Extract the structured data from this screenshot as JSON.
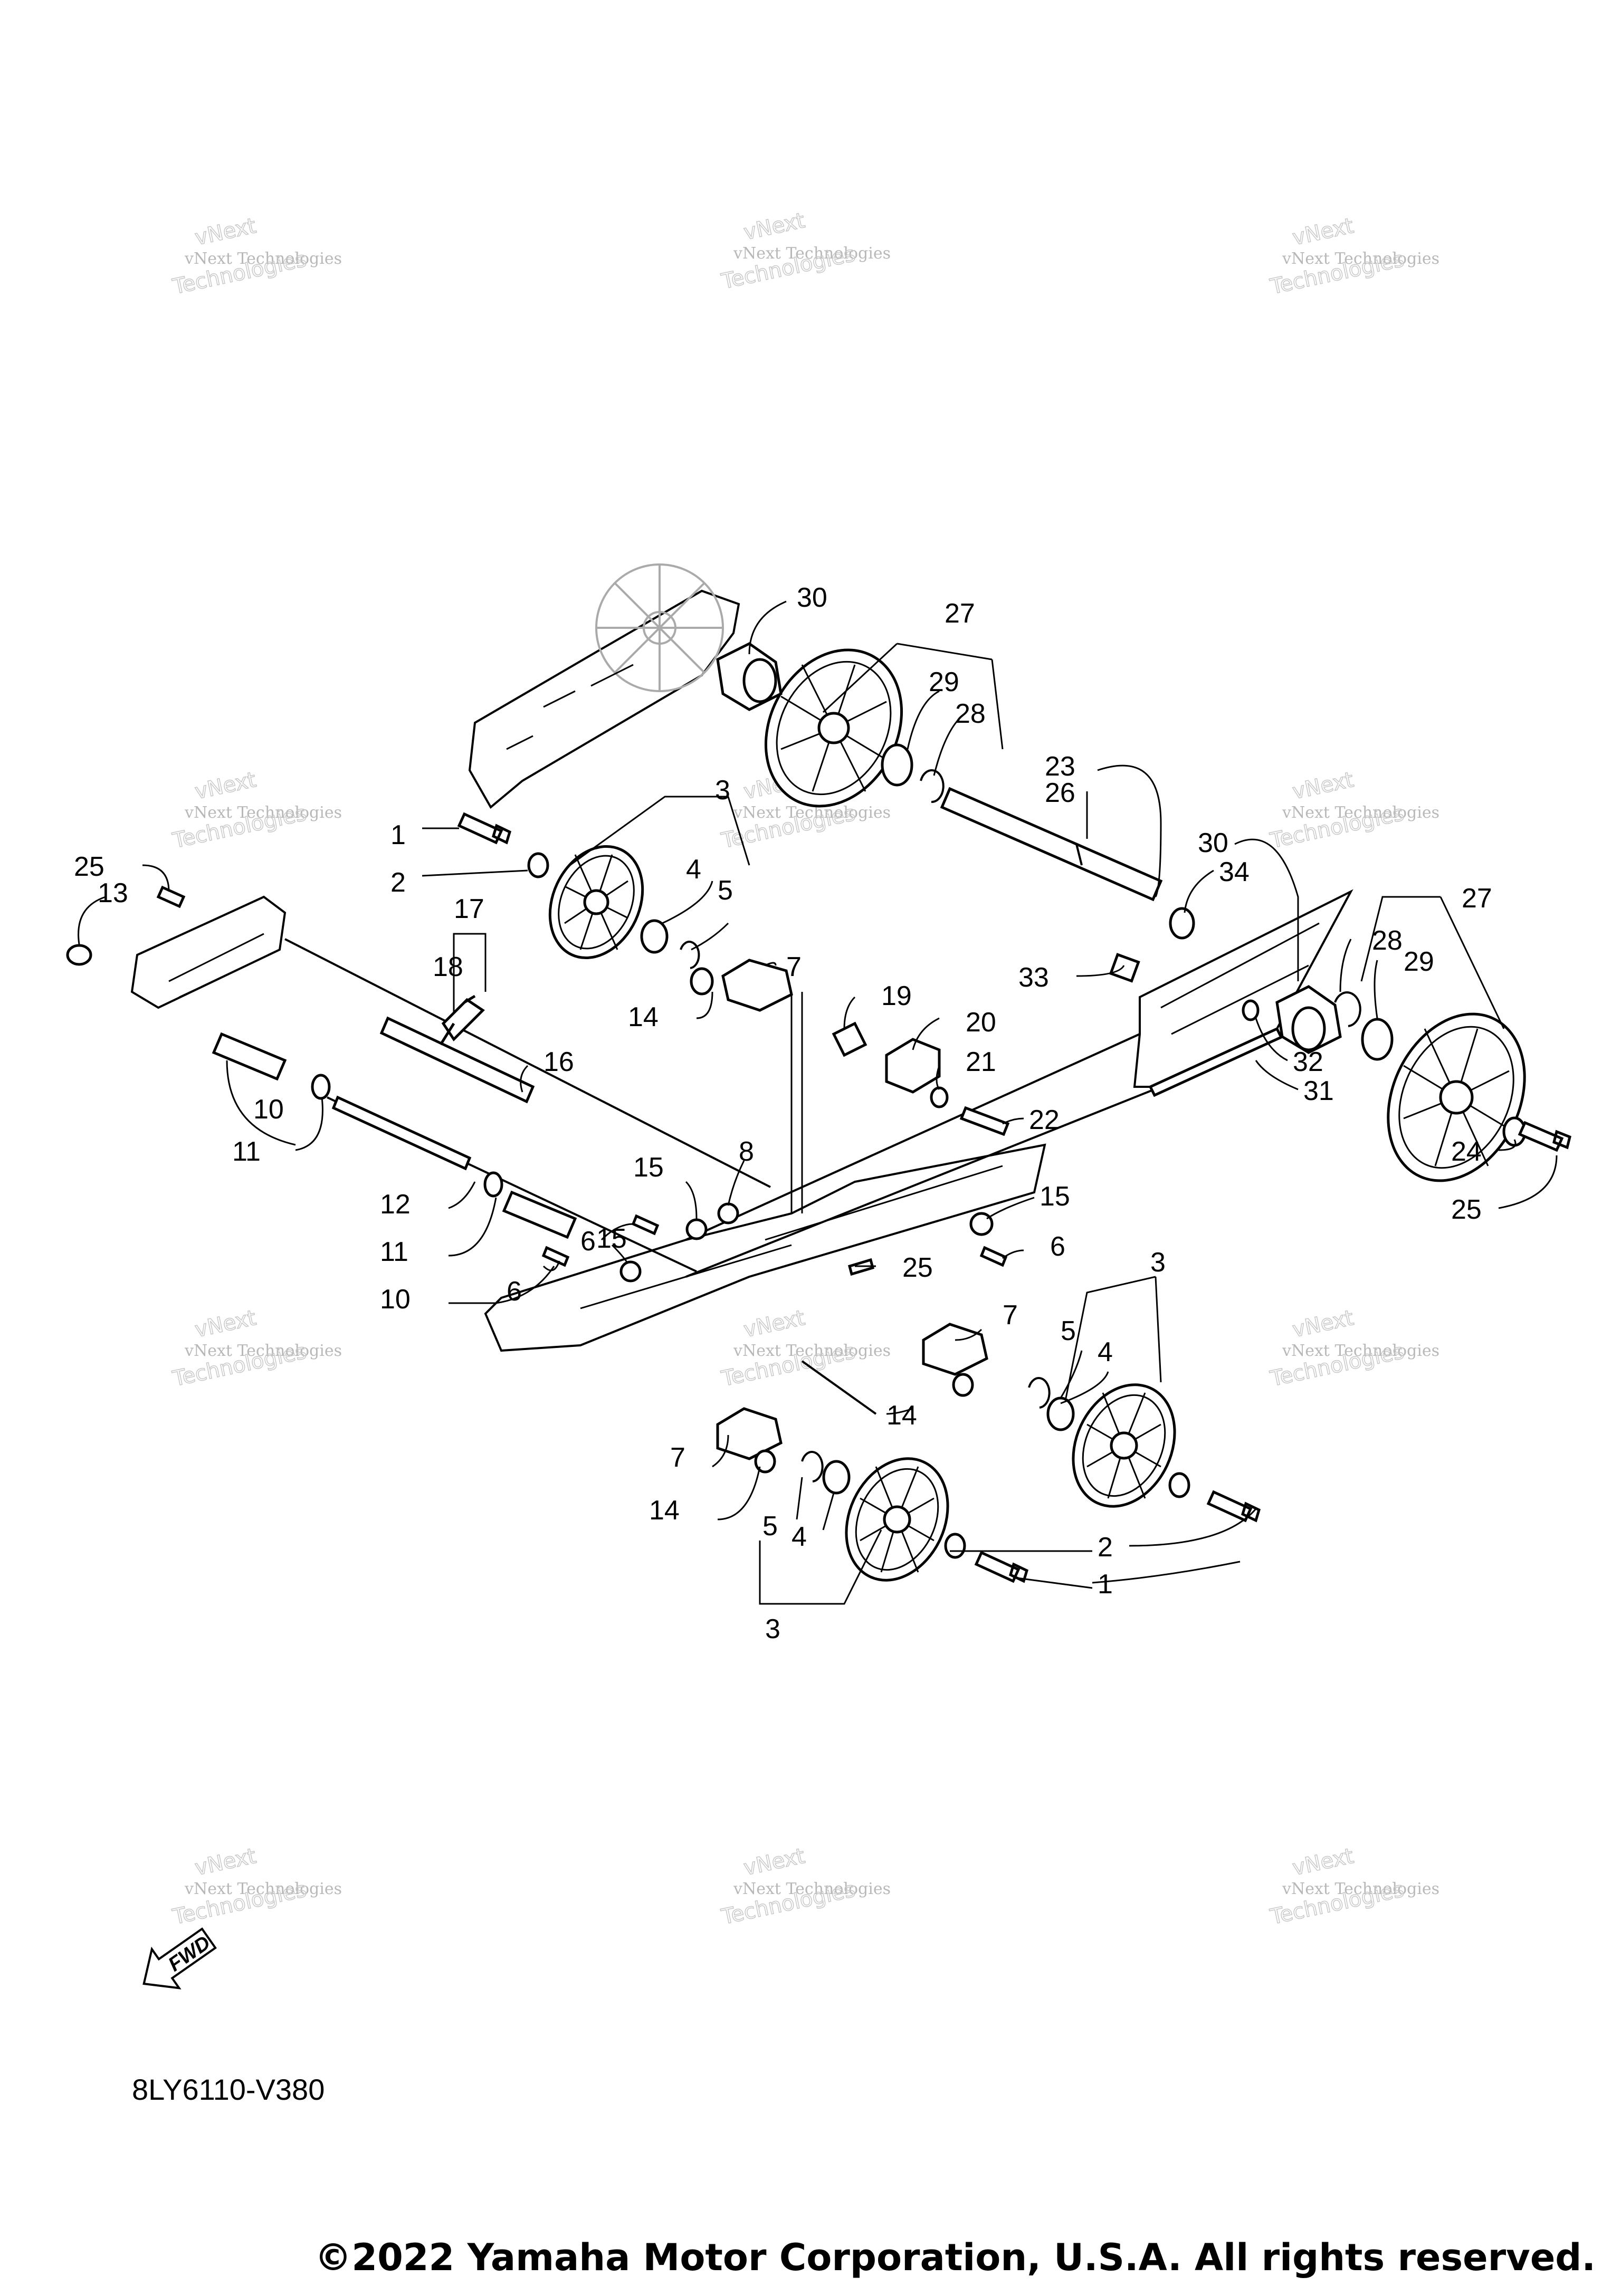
{
  "diagram_code": "8LY6110-V380",
  "copyright": "©2022 Yamaha Motor Corporation, U.S.A. All rights reserved.",
  "fwd_label": "FWD",
  "watermark": {
    "line1": "vNext Technologies",
    "line2": "vNext",
    "line3": "Technologies"
  },
  "callouts": [
    {
      "id": "c30a",
      "label": "30"
    },
    {
      "id": "c27a",
      "label": "27"
    },
    {
      "id": "c29a",
      "label": "29"
    },
    {
      "id": "c28a",
      "label": "28"
    },
    {
      "id": "c23",
      "label": "23"
    },
    {
      "id": "c26",
      "label": "26"
    },
    {
      "id": "c30b",
      "label": "30"
    },
    {
      "id": "c34",
      "label": "34"
    },
    {
      "id": "c27b",
      "label": "27"
    },
    {
      "id": "c28b",
      "label": "28"
    },
    {
      "id": "c29b",
      "label": "29"
    },
    {
      "id": "c33",
      "label": "33"
    },
    {
      "id": "c32",
      "label": "32"
    },
    {
      "id": "c31",
      "label": "31"
    },
    {
      "id": "c24",
      "label": "24"
    },
    {
      "id": "c25c",
      "label": "25"
    },
    {
      "id": "c3a",
      "label": "3"
    },
    {
      "id": "c1a",
      "label": "1"
    },
    {
      "id": "c2a",
      "label": "2"
    },
    {
      "id": "c4a",
      "label": "4"
    },
    {
      "id": "c5a",
      "label": "5"
    },
    {
      "id": "c25a",
      "label": "25"
    },
    {
      "id": "c13",
      "label": "13"
    },
    {
      "id": "c17",
      "label": "17"
    },
    {
      "id": "c18",
      "label": "18"
    },
    {
      "id": "c7a",
      "label": "7"
    },
    {
      "id": "c14a",
      "label": "14"
    },
    {
      "id": "c19",
      "label": "19"
    },
    {
      "id": "c20",
      "label": "20"
    },
    {
      "id": "c21",
      "label": "21"
    },
    {
      "id": "c22",
      "label": "22"
    },
    {
      "id": "c16",
      "label": "16"
    },
    {
      "id": "c10a",
      "label": "10"
    },
    {
      "id": "c11a",
      "label": "11"
    },
    {
      "id": "c15a",
      "label": "15"
    },
    {
      "id": "c8",
      "label": "8"
    },
    {
      "id": "c15b",
      "label": "15"
    },
    {
      "id": "c12",
      "label": "12"
    },
    {
      "id": "c6a",
      "label": "6"
    },
    {
      "id": "c11b",
      "label": "11"
    },
    {
      "id": "c15c",
      "label": "15"
    },
    {
      "id": "c25b",
      "label": "25"
    },
    {
      "id": "c6b",
      "label": "6"
    },
    {
      "id": "c10b",
      "label": "10"
    },
    {
      "id": "c6c",
      "label": "6"
    },
    {
      "id": "c3b",
      "label": "3"
    },
    {
      "id": "c7b",
      "label": "7"
    },
    {
      "id": "c5b",
      "label": "5"
    },
    {
      "id": "c4b",
      "label": "4"
    },
    {
      "id": "c14b",
      "label": "14"
    },
    {
      "id": "c7c",
      "label": "7"
    },
    {
      "id": "c14c",
      "label": "14"
    },
    {
      "id": "c5c",
      "label": "5"
    },
    {
      "id": "c4c",
      "label": "4"
    },
    {
      "id": "c2b",
      "label": "2"
    },
    {
      "id": "c1b",
      "label": "1"
    },
    {
      "id": "c3c",
      "label": "3"
    }
  ]
}
